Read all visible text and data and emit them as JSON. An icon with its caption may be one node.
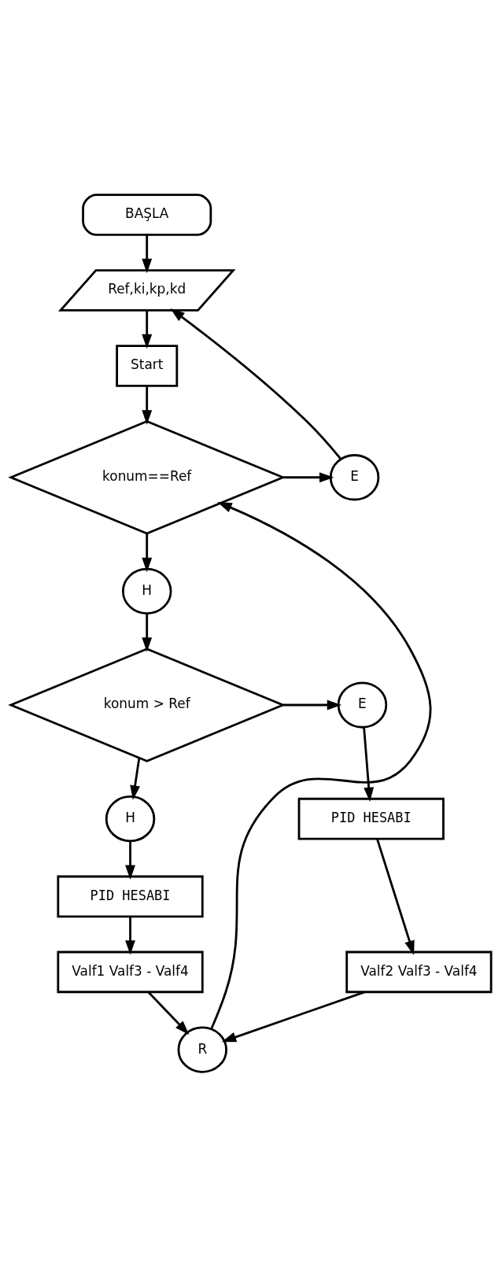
{
  "diagram": {
    "nodes": [
      {
        "text": [
          "BAŞLA"
        ]
      },
      {
        "text": [
          "Ref,ki,kp,kd"
        ]
      },
      {
        "text": [
          "Start"
        ]
      },
      {
        "text": [
          "konum==Ref"
        ]
      },
      {
        "text": [
          "E"
        ]
      },
      {
        "text": [
          "H"
        ]
      },
      {
        "text": [
          "konum > Ref"
        ]
      },
      {
        "text": [
          "E"
        ]
      },
      {
        "text": [
          "H"
        ]
      },
      {
        "text": [
          "PID HESABI"
        ]
      },
      {
        "text": [
          "Valf1 Valf3 - Valf4"
        ]
      },
      {
        "text": [
          "PID HESABI"
        ]
      },
      {
        "text": [
          "Valf2 Valf3 - Valf4"
        ]
      },
      {
        "text": [
          "R"
        ]
      }
    ],
    "edges": [
      {
        "from": 0,
        "to": 1,
        "arrow": "to"
      },
      {
        "from": 1,
        "to": 2,
        "arrow": "to"
      },
      {
        "from": 2,
        "to": 3,
        "arrow": "to"
      },
      {
        "from": 3,
        "to": 4,
        "arrow": "to"
      },
      {
        "from": 4,
        "to": 1,
        "arrow": "to"
      },
      {
        "from": 3,
        "to": 5,
        "arrow": "to"
      },
      {
        "from": 5,
        "to": 6,
        "arrow": "to"
      },
      {
        "from": 6,
        "to": 7,
        "arrow": "to"
      },
      {
        "from": 6,
        "to": 8,
        "arrow": "to"
      },
      {
        "from": 7,
        "to": 11,
        "arrow": "to"
      },
      {
        "from": 11,
        "to": 12,
        "arrow": "to"
      },
      {
        "from": 12,
        "to": 13,
        "arrow": "to"
      },
      {
        "from": 8,
        "to": 9,
        "arrow": "to"
      },
      {
        "from": 9,
        "to": 10,
        "arrow": "to"
      },
      {
        "from": 10,
        "to": 13,
        "arrow": "to"
      },
      {
        "from": 13,
        "to": 3,
        "arrow": "to"
      }
    ]
  }
}
